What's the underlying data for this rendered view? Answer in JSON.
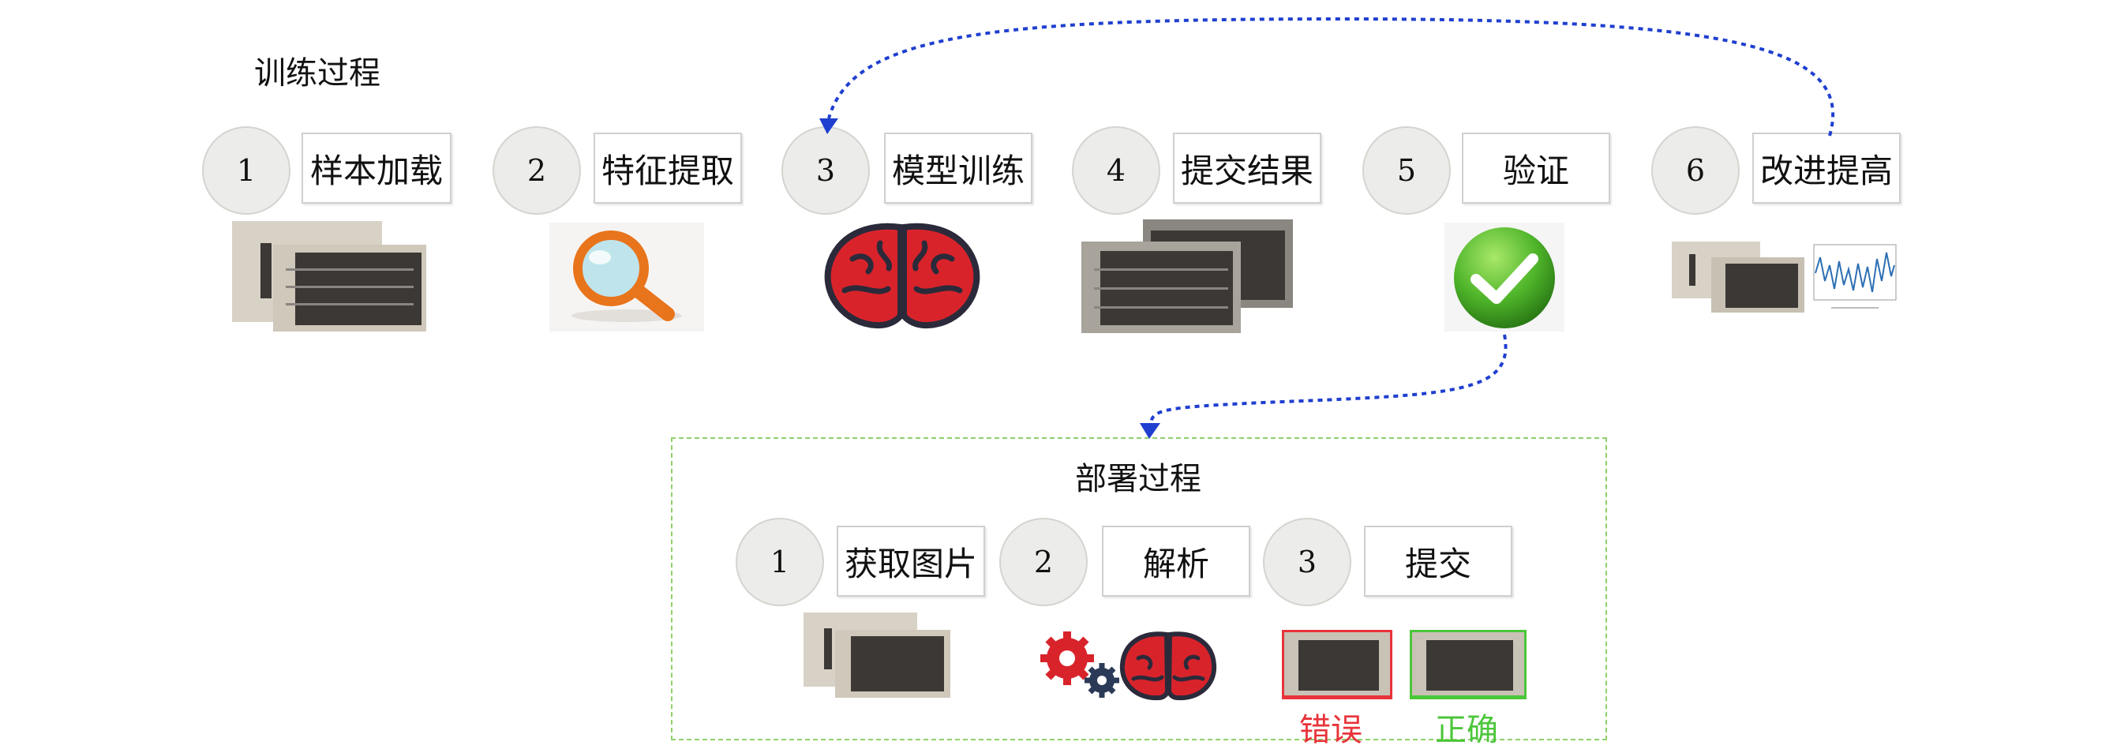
{
  "training": {
    "title": "训练过程",
    "steps": [
      {
        "num": "1",
        "label": "样本加载",
        "icon": "plate-images-icon"
      },
      {
        "num": "2",
        "label": "特征提取",
        "icon": "magnifier-icon"
      },
      {
        "num": "3",
        "label": "模型训练",
        "icon": "brain-icon"
      },
      {
        "num": "4",
        "label": "提交结果",
        "icon": "plate-images-icon"
      },
      {
        "num": "5",
        "label": "验证",
        "icon": "check-icon"
      },
      {
        "num": "6",
        "label": "改进提高",
        "icon": "plate-and-chart-icon"
      }
    ]
  },
  "deployment": {
    "title": "部署过程",
    "steps": [
      {
        "num": "1",
        "label": "获取图片",
        "icon": "plate-images-icon"
      },
      {
        "num": "2",
        "label": "解析",
        "icon": "gears-brain-icon"
      },
      {
        "num": "3",
        "label": "提交",
        "icon": "result-plates-icon"
      }
    ],
    "results": {
      "wrong": "错误",
      "correct": "正确"
    }
  },
  "colors": {
    "arrow": "#1f3fd0",
    "wrong": "#e8333a",
    "correct": "#4cc63a",
    "frame": "#8fd16b",
    "brain": "#d9232b",
    "check": "#4fb52a",
    "magnifier": "#e8741c"
  }
}
